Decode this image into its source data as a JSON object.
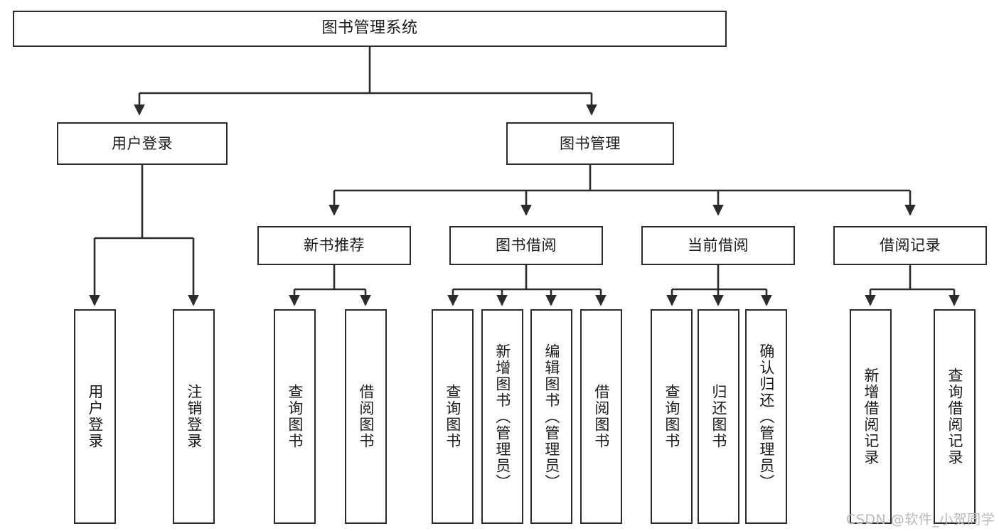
{
  "diagram": {
    "title": "图书管理系统",
    "type": "tree-hierarchy-chart",
    "watermark": "CSDN @软件_小贺同学",
    "colors": {
      "background": "#ffffff",
      "border": "#2b2b2b",
      "text": "#1b1b1b",
      "connector": "#2b2b2b",
      "watermark": "#b9b9b9"
    },
    "root": {
      "label": "图书管理系统"
    },
    "level2": [
      {
        "id": "user-login",
        "label": "用户登录"
      },
      {
        "id": "book-manage",
        "label": "图书管理"
      }
    ],
    "level3": [
      {
        "id": "new-book-recommend",
        "label": "新书推荐"
      },
      {
        "id": "book-borrow",
        "label": "图书借阅"
      },
      {
        "id": "current-borrow",
        "label": "当前借阅"
      },
      {
        "id": "borrow-record",
        "label": "借阅记录"
      }
    ],
    "leaves": {
      "user_login": [
        {
          "id": "leaf-user-login",
          "label": "用户登录"
        },
        {
          "id": "leaf-logout-login",
          "label": "注销登录"
        }
      ],
      "new_book_recommend": [
        {
          "id": "leaf-query-book-1",
          "label": "查询图书"
        },
        {
          "id": "leaf-borrow-book-1",
          "label": "借阅图书"
        }
      ],
      "book_borrow": [
        {
          "id": "leaf-query-book-2",
          "label": "查询图书"
        },
        {
          "id": "leaf-add-book",
          "label": "新增图书（管理员）"
        },
        {
          "id": "leaf-edit-book",
          "label": "编辑图书（管理员）"
        },
        {
          "id": "leaf-borrow-book-2",
          "label": "借阅图书"
        }
      ],
      "current_borrow": [
        {
          "id": "leaf-query-book-3",
          "label": "查询图书"
        },
        {
          "id": "leaf-return-book",
          "label": "归还图书"
        },
        {
          "id": "leaf-confirm-return",
          "label": "确认归还（管理员）"
        }
      ],
      "borrow_record": [
        {
          "id": "leaf-add-borrow-record",
          "label": "新增借阅记录"
        },
        {
          "id": "leaf-query-borrow-record",
          "label": "查询借阅记录"
        }
      ]
    }
  }
}
